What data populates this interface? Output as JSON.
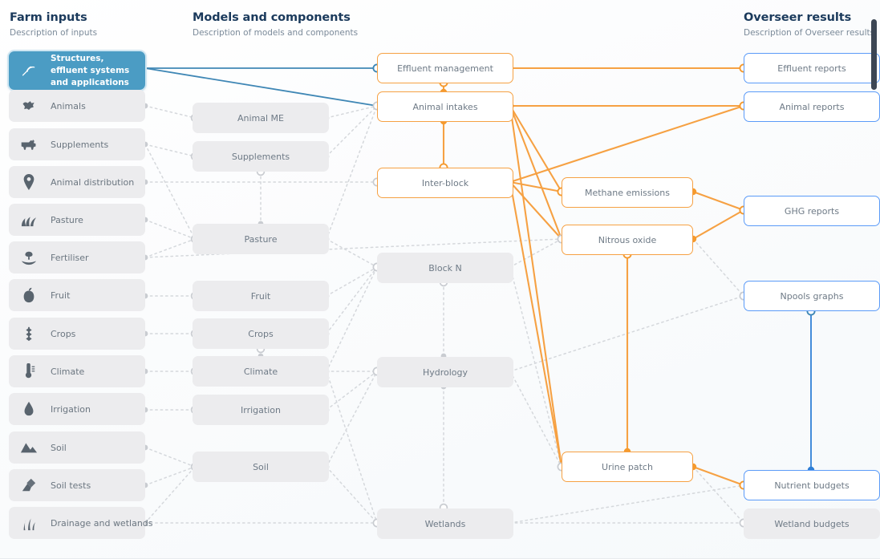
{
  "columns": [
    {
      "title": "Farm inputs",
      "subtitle": "Description of inputs"
    },
    {
      "title": "Models and components",
      "subtitle": "Description of models and components"
    },
    {
      "title": "Overseer results",
      "subtitle": "Description of Overseer results"
    }
  ],
  "farm_inputs": [
    {
      "label": "Structures, effluent systems and applications",
      "icon": "effluent-irrigator-icon",
      "selected": true
    },
    {
      "label": "Animals",
      "icon": "animal-head-icon",
      "selected": false
    },
    {
      "label": "Supplements",
      "icon": "cow-icon",
      "selected": false
    },
    {
      "label": "Animal distribution",
      "icon": "map-pin-icon",
      "selected": false
    },
    {
      "label": "Pasture",
      "icon": "grass-icon",
      "selected": false
    },
    {
      "label": "Fertiliser",
      "icon": "hand-sprout-icon",
      "selected": false
    },
    {
      "label": "Fruit",
      "icon": "apple-icon",
      "selected": false
    },
    {
      "label": "Crops",
      "icon": "wheat-icon",
      "selected": false
    },
    {
      "label": "Climate",
      "icon": "thermometer-icon",
      "selected": false
    },
    {
      "label": "Irrigation",
      "icon": "water-drop-icon",
      "selected": false
    },
    {
      "label": "Soil",
      "icon": "soil-mound-icon",
      "selected": false
    },
    {
      "label": "Soil tests",
      "icon": "test-tube-icon",
      "selected": false
    },
    {
      "label": "Drainage and wetlands",
      "icon": "wetland-reeds-icon",
      "selected": false
    }
  ],
  "models": [
    {
      "label": "Animal ME",
      "state": "inactive"
    },
    {
      "label": "Supplements",
      "state": "inactive"
    },
    {
      "label": "Pasture",
      "state": "inactive"
    },
    {
      "label": "Fruit",
      "state": "inactive"
    },
    {
      "label": "Crops",
      "state": "inactive"
    },
    {
      "label": "Climate",
      "state": "inactive"
    },
    {
      "label": "Irrigation",
      "state": "inactive"
    },
    {
      "label": "Soil",
      "state": "inactive"
    }
  ],
  "components": [
    {
      "label": "Effluent management",
      "state": "active"
    },
    {
      "label": "Animal intakes",
      "state": "active"
    },
    {
      "label": "Inter-block",
      "state": "active"
    },
    {
      "label": "Block N",
      "state": "inactive"
    },
    {
      "label": "Hydrology",
      "state": "inactive"
    },
    {
      "label": "Wetlands",
      "state": "inactive"
    }
  ],
  "emissions": [
    {
      "label": "Methane emissions",
      "state": "active"
    },
    {
      "label": "Nitrous oxide",
      "state": "active"
    },
    {
      "label": "Urine patch",
      "state": "active"
    }
  ],
  "results": [
    {
      "label": "Effluent reports",
      "state": "active"
    },
    {
      "label": "Animal reports",
      "state": "active"
    },
    {
      "label": "GHG reports",
      "state": "active"
    },
    {
      "label": "Npools graphs",
      "state": "active"
    },
    {
      "label": "Nutrient budgets",
      "state": "active"
    },
    {
      "label": "Wetland budgets",
      "state": "inactive"
    }
  ],
  "colors": {
    "accent_blue": "#4b9cc4",
    "active_orange": "#f6a143",
    "result_blue": "#5b9bf8",
    "inactive_grey": "#ececee",
    "edge_grey": "#d5d8dc",
    "heading": "#1b3a5c",
    "label": "#6e7a86"
  },
  "scrollbar": {
    "name": "vertical-scrollbar",
    "position": "top-right"
  }
}
